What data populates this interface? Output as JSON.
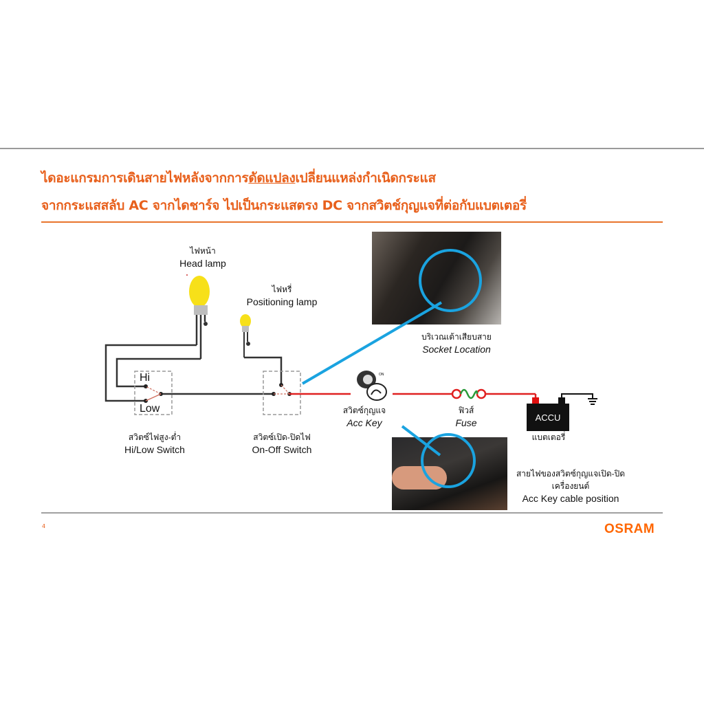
{
  "title": {
    "line1_a": "ไดอะแกรมการเดินสายไฟหลังจากการ",
    "line1_underlined": "ดัดแปลง",
    "line1_b": "เปลี่ยนแหล่งกำเนิดกระแส",
    "line2": "จากกระแสสลับ AC  จากไดชาร์จ ไปเป็นกระแสตรง DC  จากสวิตช์กุญแจที่ต่อกับแบตเตอรี่"
  },
  "labels": {
    "head_lamp_th": "ไฟหน้า",
    "head_lamp_en": "Head lamp",
    "positioning_lamp_th": "ไฟหรี่",
    "positioning_lamp_en": "Positioning lamp",
    "hi": "Hi",
    "low": "Low",
    "hilow_switch_th": "สวิตซ์ไฟสูง-ต่ำ",
    "hilow_switch_en": "Hi/Low Switch",
    "onoff_switch_th": "สวิตซ์เปิด-ปิดไฟ",
    "onoff_switch_en": "On-Off Switch",
    "acc_key_th": "สวิตซ์กุญแจ",
    "acc_key_en": "Acc Key",
    "acc_key_on": "ON",
    "fuse_th": "ฟิวส์",
    "fuse_en": "Fuse",
    "battery_label": "ACCU",
    "battery_th": "แบตเตอรี่",
    "socket_th": "บริเวณเต้าเสียบสาย",
    "socket_en": "Socket Location",
    "cable_th_1": "สายไฟของสวิตซ์กุญแจเปิด-ปิด",
    "cable_th_2": "เครื่องยนต์",
    "cable_en": "Acc Key cable position"
  },
  "footer": {
    "page": "4",
    "logo": "OSRAM"
  },
  "colors": {
    "accent": "#e8601c",
    "wire_hot": "#e02020",
    "wire": "#333333",
    "callout": "#1aa3e0",
    "bulb": "#f7e019"
  }
}
